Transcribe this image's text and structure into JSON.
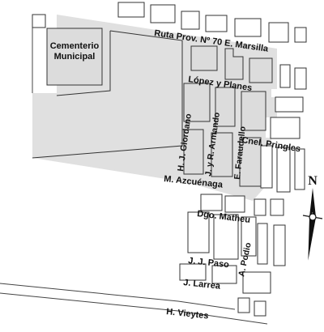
{
  "colors": {
    "highlight_area": "#e0e0e0",
    "block_stroke": "#333333",
    "road_line": "#444444",
    "text": "#111111"
  },
  "map": {
    "place_label": "Cementerio Municipal",
    "place_line1": "Cementerio",
    "place_line2": "Municipal",
    "streets": {
      "ruta": "Ruta Prov. Nº 70 E. Marsilla",
      "lopez": "López y Planes",
      "pringles": "Cnel. Pringles",
      "azcuenaga": "M. Azcuénaga",
      "giordano": "H. J. Giordano",
      "armando": "J. y R. Armando",
      "faraudello": "E. Faraudello",
      "matheu": "Dgo. Matheu",
      "paso": "J. J. Paso",
      "podio": "A. Podio",
      "larrea": "J. Larrea",
      "vieytes": "H. Vieytes"
    },
    "north_label": "N",
    "north_icon": "north-arrow-icon"
  }
}
